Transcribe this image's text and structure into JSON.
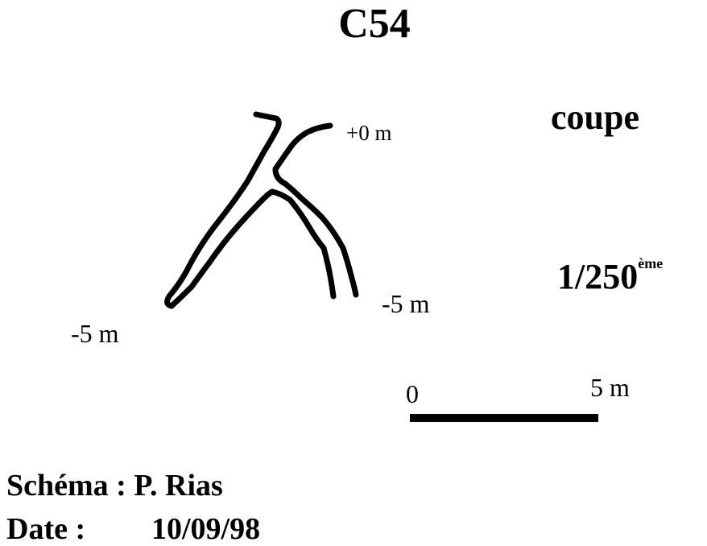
{
  "title": "C54",
  "view_type": "coupe",
  "scale": {
    "ratio": "1/250",
    "ratio_suffix": "ème",
    "bar_start": "0",
    "bar_end": "5 m"
  },
  "depths": {
    "entrance": "+0 m",
    "left_branch": "-5 m",
    "right_branch": "-5 m"
  },
  "credits": {
    "author_line": "Schéma : P. Rias",
    "date_label": "Date :",
    "date_value": "10/09/98"
  }
}
